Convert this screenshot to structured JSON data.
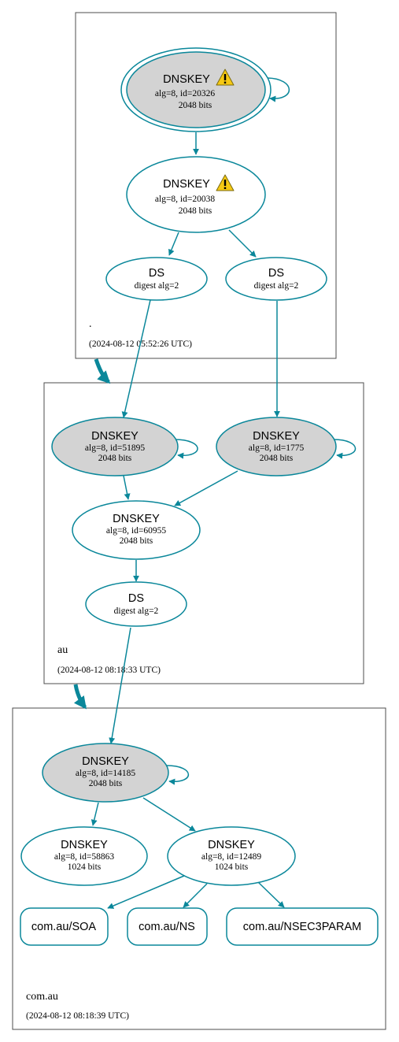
{
  "colors": {
    "edge": "#0a879a",
    "key_fill": "#d3d3d3",
    "plain_fill": "#ffffff",
    "warn": "#f6c913"
  },
  "zones": [
    {
      "id": "root",
      "name": ".",
      "timestamp": "(2024-08-12 05:52:26 UTC)"
    },
    {
      "id": "au",
      "name": "au",
      "timestamp": "(2024-08-12 08:18:33 UTC)"
    },
    {
      "id": "comau",
      "name": "com.au",
      "timestamp": "(2024-08-12 08:18:39 UTC)"
    }
  ],
  "nodes": [
    {
      "id": "root_ksk",
      "title": "DNSKEY",
      "lines": [
        "alg=8, id=20326",
        "2048 bits"
      ],
      "sep": true,
      "trust_anchor": true,
      "warning": true
    },
    {
      "id": "root_zsk",
      "title": "DNSKEY",
      "lines": [
        "alg=8, id=20038",
        "2048 bits"
      ],
      "sep": false,
      "warning": true
    },
    {
      "id": "root_ds1",
      "title": "DS",
      "lines": [
        "digest alg=2"
      ]
    },
    {
      "id": "root_ds2",
      "title": "DS",
      "lines": [
        "digest alg=2"
      ]
    },
    {
      "id": "au_ksk1",
      "title": "DNSKEY",
      "lines": [
        "alg=8, id=51895",
        "2048 bits"
      ],
      "sep": true
    },
    {
      "id": "au_ksk2",
      "title": "DNSKEY",
      "lines": [
        "alg=8, id=1775",
        "2048 bits"
      ],
      "sep": true
    },
    {
      "id": "au_zsk",
      "title": "DNSKEY",
      "lines": [
        "alg=8, id=60955",
        "2048 bits"
      ]
    },
    {
      "id": "au_ds",
      "title": "DS",
      "lines": [
        "digest alg=2"
      ]
    },
    {
      "id": "comau_ksk",
      "title": "DNSKEY",
      "lines": [
        "alg=8, id=14185",
        "2048 bits"
      ],
      "sep": true
    },
    {
      "id": "comau_zsk1",
      "title": "DNSKEY",
      "lines": [
        "alg=8, id=58863",
        "1024 bits"
      ]
    },
    {
      "id": "comau_zsk2",
      "title": "DNSKEY",
      "lines": [
        "alg=8, id=12489",
        "1024 bits"
      ]
    },
    {
      "id": "rr_soa",
      "title": "com.au/SOA",
      "kind": "rrset"
    },
    {
      "id": "rr_ns",
      "title": "com.au/NS",
      "kind": "rrset"
    },
    {
      "id": "rr_nsec3param",
      "title": "com.au/NSEC3PARAM",
      "kind": "rrset"
    }
  ],
  "edges": [
    [
      "root_ksk",
      "root_ksk"
    ],
    [
      "root_ksk",
      "root_zsk"
    ],
    [
      "root_zsk",
      "root_ds1"
    ],
    [
      "root_zsk",
      "root_ds2"
    ],
    [
      "root_ds1",
      "au_ksk1"
    ],
    [
      "root_ds2",
      "au_ksk2"
    ],
    [
      "au_ksk1",
      "au_ksk1"
    ],
    [
      "au_ksk2",
      "au_ksk2"
    ],
    [
      "au_ksk1",
      "au_zsk"
    ],
    [
      "au_ksk2",
      "au_zsk"
    ],
    [
      "au_zsk",
      "au_ds"
    ],
    [
      "au_ds",
      "comau_ksk"
    ],
    [
      "comau_ksk",
      "comau_ksk"
    ],
    [
      "comau_ksk",
      "comau_zsk1"
    ],
    [
      "comau_ksk",
      "comau_zsk2"
    ],
    [
      "comau_zsk2",
      "rr_soa"
    ],
    [
      "comau_zsk2",
      "rr_ns"
    ],
    [
      "comau_zsk2",
      "rr_nsec3param"
    ]
  ],
  "delegations": [
    [
      "root",
      "au"
    ],
    [
      "au",
      "comau"
    ]
  ]
}
